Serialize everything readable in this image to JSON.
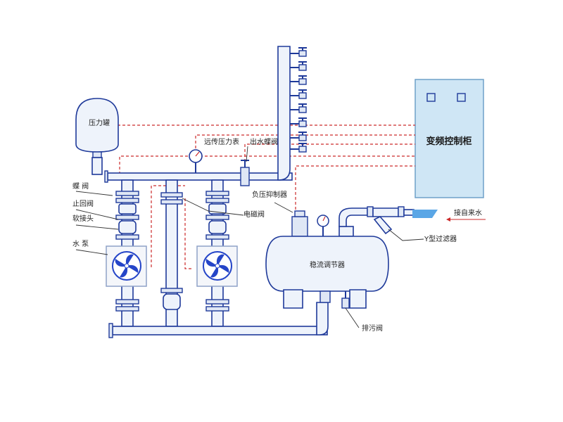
{
  "labels": {
    "pressure_tank": "压力罐",
    "remote_gauge": "远传压力表",
    "outlet_valve": "出水蝶阀",
    "control_cabinet": "变频控制柜",
    "butterfly_valve": "蝶 阀",
    "check_valve": "止回阀",
    "flex_joint": "软接头",
    "water_pump": "水 泵",
    "solenoid_valve": "电磁阀",
    "negative_pressure_suppressor": "负压抑制器",
    "flow_regulator": "稳流调节器",
    "inlet_water": "接自来水",
    "y_filter": "Y型过滤器",
    "drain_valve": "排污阀"
  },
  "colors": {
    "pipe": "#1f3a9a",
    "pipe_fill": "#eef3fb",
    "signal_line": "#cc2a2a",
    "cabinet_fill": "#cfe6f5",
    "fan": "#2545c8",
    "inlet_water_fill": "#5aa6e6"
  }
}
